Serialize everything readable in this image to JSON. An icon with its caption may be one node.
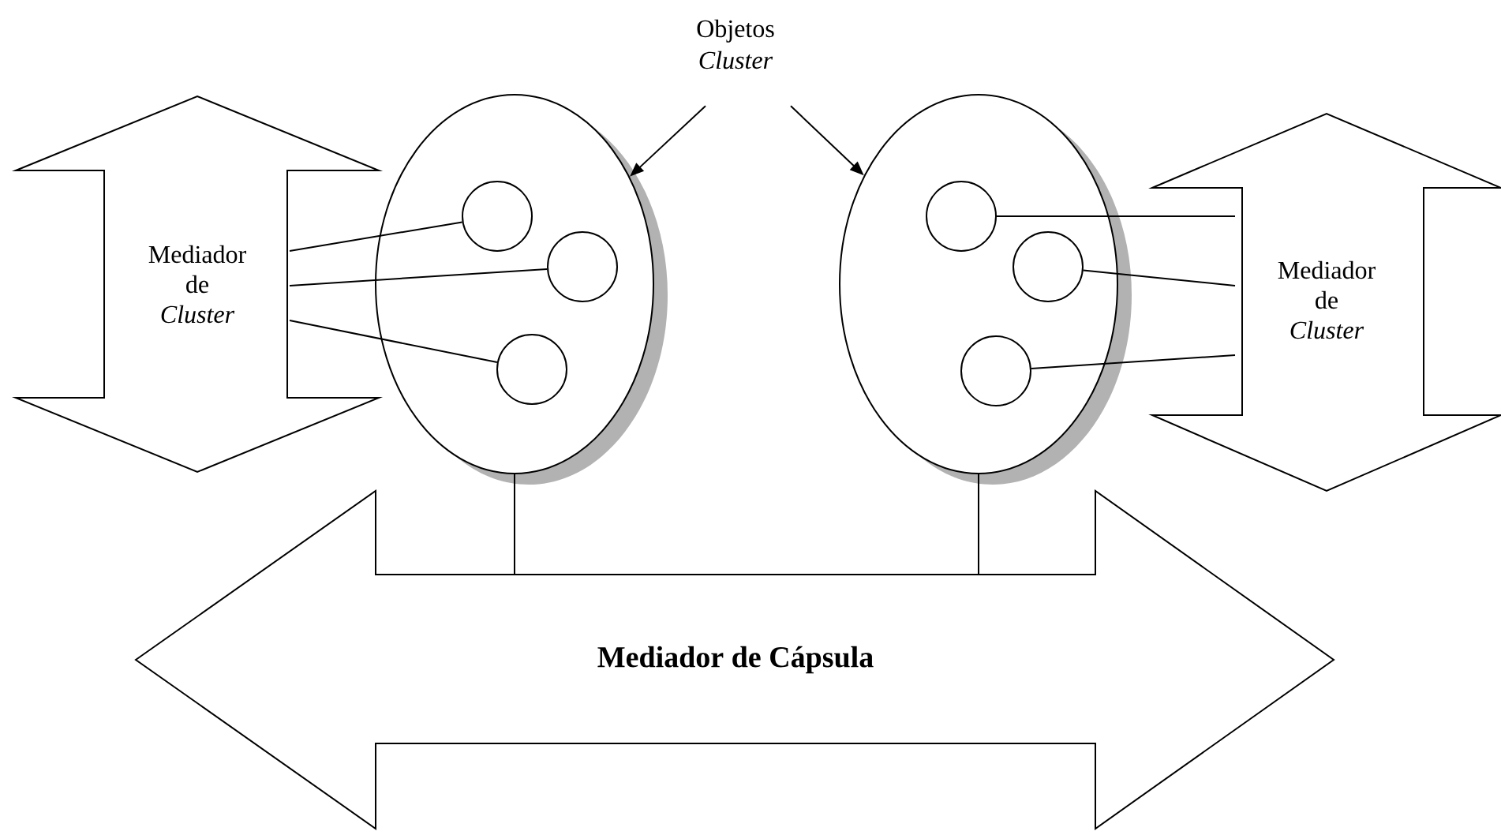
{
  "diagram": {
    "nodes": [
      {
        "text": [
          "Mediador de *Cluster*"
        ]
      },
      {
        "text": [],
        "shape": "ellipse"
      },
      {
        "text": [],
        "shape": "circle",
        "in": 1
      },
      {
        "text": [],
        "shape": "circle",
        "in": 1
      },
      {
        "text": [],
        "shape": "circle",
        "in": 1
      },
      {
        "text": [],
        "shape": "ellipse"
      },
      {
        "text": [],
        "shape": "circle",
        "in": 5
      },
      {
        "text": [],
        "shape": "circle",
        "in": 5
      },
      {
        "text": [],
        "shape": "circle",
        "in": 5
      },
      {
        "text": [
          "Mediador de *Cluster*"
        ]
      },
      {
        "text": [
          "Mediador de Cápsula"
        ]
      },
      {
        "text": [
          "Objetos *Cluster*"
        ]
      }
    ],
    "edges": [
      {
        "from": 0,
        "to": 2,
        "arrow": "none"
      },
      {
        "from": 0,
        "to": 3,
        "arrow": "none"
      },
      {
        "from": 0,
        "to": 4,
        "arrow": "none"
      },
      {
        "from": 6,
        "to": 9,
        "arrow": "none"
      },
      {
        "from": 7,
        "to": 9,
        "arrow": "none"
      },
      {
        "from": 8,
        "to": 9,
        "arrow": "none"
      },
      {
        "from": 1,
        "to": 10,
        "arrow": "none"
      },
      {
        "from": 5,
        "to": 10,
        "arrow": "none"
      },
      {
        "from": 11,
        "to": 1,
        "arrow": "to"
      },
      {
        "from": 11,
        "to": 5,
        "arrow": "to"
      }
    ]
  }
}
